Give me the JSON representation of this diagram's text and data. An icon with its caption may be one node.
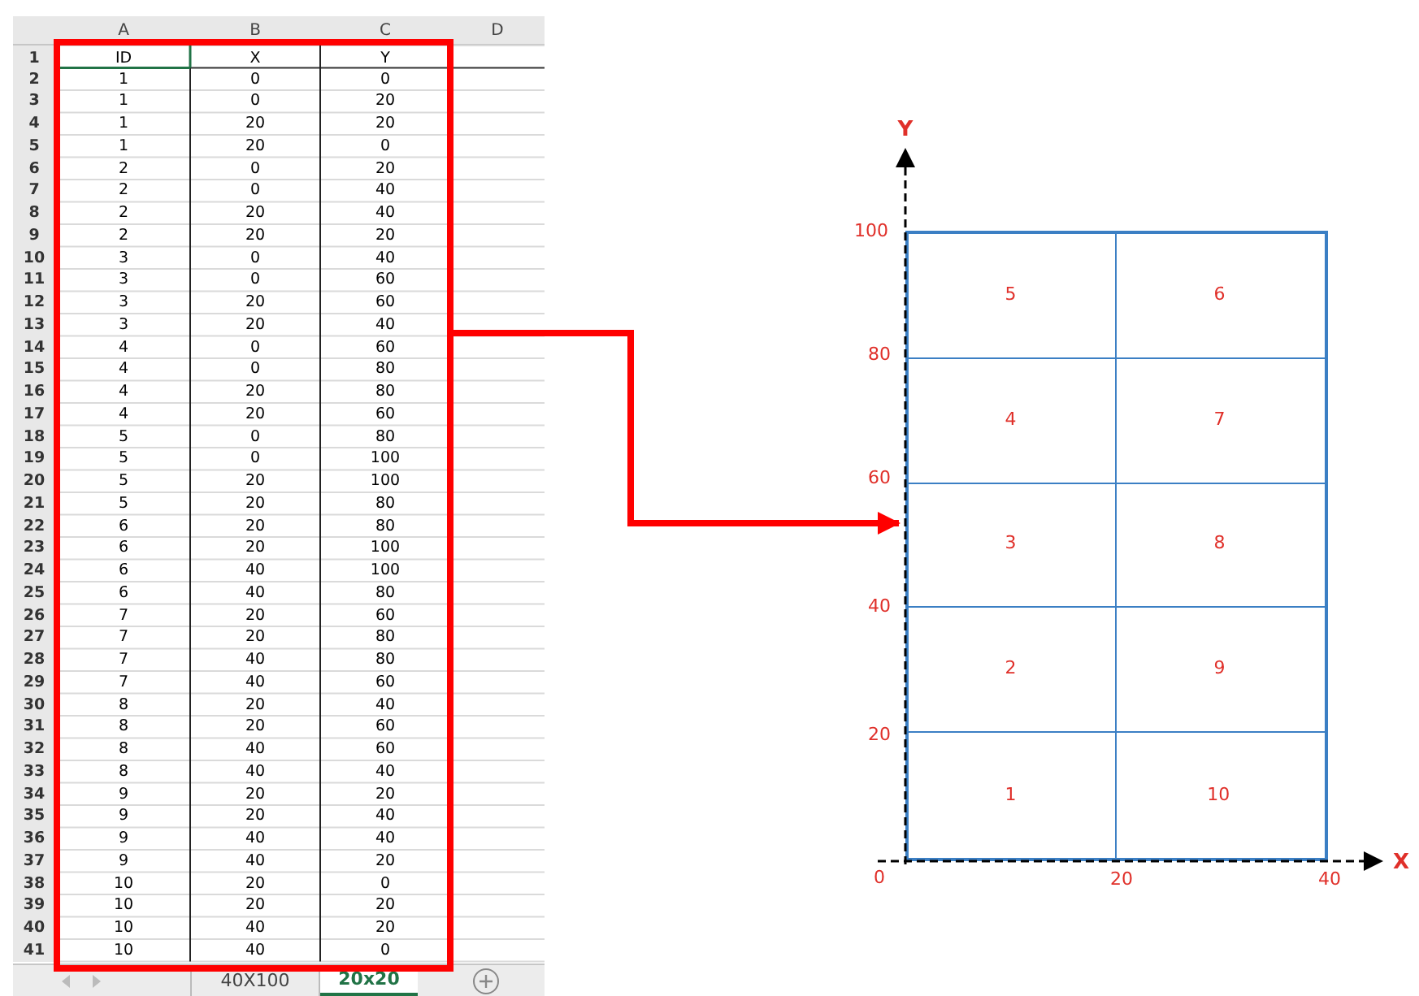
{
  "diagram": {
    "nodes": [
      {
        "text": [],
        "shape": "box"
      },
      {
        "text": [],
        "shape": "box"
      },
      {
        "text": [
          "5"
        ],
        "in": 1
      },
      {
        "text": [
          "6"
        ],
        "in": 1
      },
      {
        "text": [
          "4"
        ],
        "in": 1
      },
      {
        "text": [
          "7"
        ],
        "in": 1
      },
      {
        "text": [
          "3"
        ],
        "in": 1
      },
      {
        "text": [
          "8"
        ],
        "in": 1
      },
      {
        "text": [
          "2"
        ],
        "in": 1
      },
      {
        "text": [
          "9"
        ],
        "in": 1
      },
      {
        "text": [
          "1"
        ],
        "in": 1
      },
      {
        "text": [
          "10"
        ],
        "in": 1
      }
    ],
    "edges": [
      {
        "from": 0,
        "to": 1,
        "arrow": "to",
        "color": "#ff0000"
      }
    ],
    "labels": [
      "A",
      "B",
      "C",
      "D",
      "1",
      "ID",
      "X",
      "Y",
      "2",
      "1",
      "0",
      "0",
      "3",
      "1",
      "0",
      "20",
      "4",
      "1",
      "20",
      "20",
      "5",
      "1",
      "20",
      "0",
      "6",
      "2",
      "0",
      "20",
      "7",
      "2",
      "0",
      "40",
      "8",
      "2",
      "20",
      "40",
      "9",
      "2",
      "20",
      "20",
      "10",
      "3",
      "0",
      "40",
      "11",
      "3",
      "0",
      "60",
      "12",
      "3",
      "20",
      "60",
      "13",
      "3",
      "20",
      "40",
      "14",
      "4",
      "0",
      "60",
      "15",
      "4",
      "0",
      "80",
      "16",
      "4",
      "20",
      "80",
      "17",
      "4",
      "20",
      "60",
      "18",
      "5",
      "0",
      "80",
      "19",
      "5",
      "0",
      "100",
      "20",
      "5",
      "20",
      "100",
      "21",
      "5",
      "20",
      "80",
      "22",
      "6",
      "20",
      "80",
      "23",
      "6",
      "20",
      "100",
      "24",
      "6",
      "40",
      "100",
      "25",
      "6",
      "40",
      "80",
      "26",
      "7",
      "20",
      "60",
      "27",
      "7",
      "20",
      "80",
      "28",
      "7",
      "40",
      "80",
      "29",
      "7",
      "40",
      "60",
      "30",
      "8",
      "20",
      "40",
      "31",
      "8",
      "20",
      "60",
      "32",
      "8",
      "40",
      "60",
      "33",
      "8",
      "40",
      "40",
      "34",
      "9",
      "20",
      "20",
      "35",
      "9",
      "20",
      "40",
      "36",
      "9",
      "40",
      "40",
      "37",
      "9",
      "40",
      "20",
      "38",
      "10",
      "20",
      "0",
      "39",
      "10",
      "20",
      "20",
      "40",
      "10",
      "40",
      "20",
      "41",
      "10",
      "40",
      "0",
      "40X100",
      "20x20",
      "Y",
      "100",
      "80",
      "60",
      "40",
      "20",
      "0",
      "20",
      "40",
      "X"
    ]
  }
}
